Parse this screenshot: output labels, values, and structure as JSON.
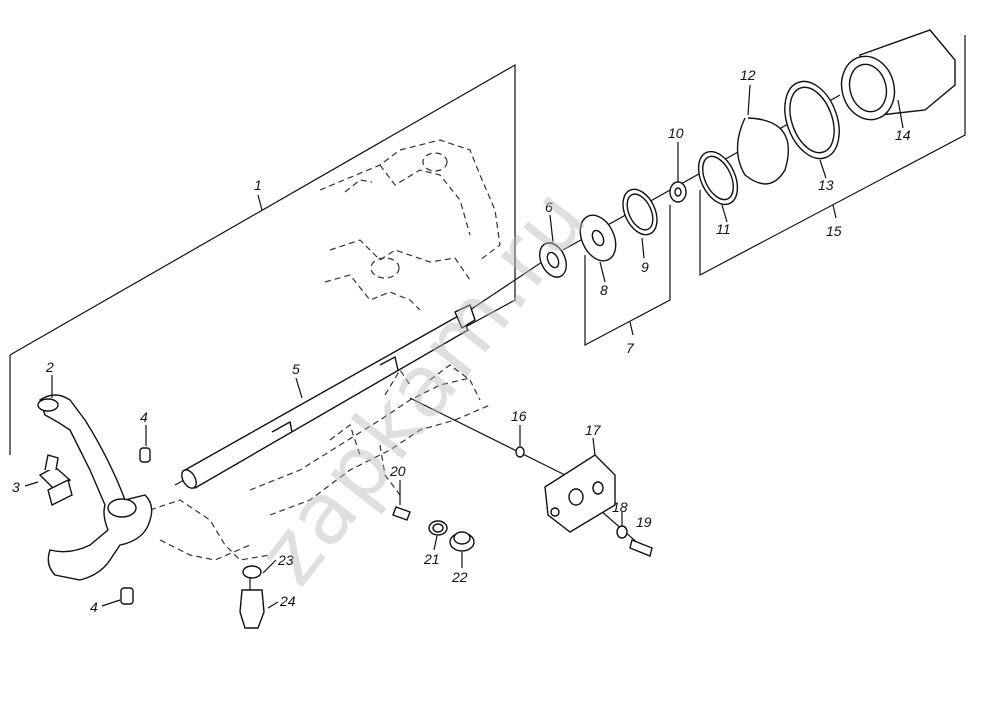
{
  "watermark": "zapkam.ru",
  "callouts": {
    "p1": "1",
    "p2": "2",
    "p3": "3",
    "p4a": "4",
    "p4b": "4",
    "p5": "5",
    "p6": "6",
    "p7": "7",
    "p8": "8",
    "p9": "9",
    "p10": "10",
    "p11": "11",
    "p12": "12",
    "p13": "13",
    "p14": "14",
    "p15": "15",
    "p16": "16",
    "p17": "17",
    "p18": "18",
    "p19": "19",
    "p20": "20",
    "p21": "21",
    "p22": "22",
    "p23": "23",
    "p24": "24"
  }
}
